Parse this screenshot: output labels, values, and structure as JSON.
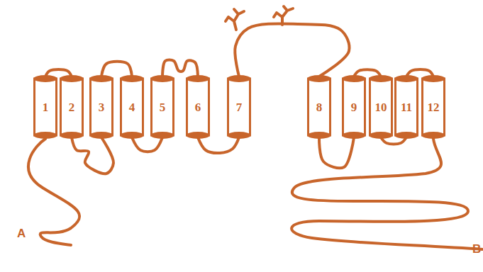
{
  "diagram": {
    "nodes": [
      {
        "text": [
          "1"
        ]
      },
      {
        "text": [
          "2"
        ]
      },
      {
        "text": [
          "3"
        ]
      },
      {
        "text": [
          "4"
        ]
      },
      {
        "text": [
          "5"
        ]
      },
      {
        "text": [
          "6"
        ]
      },
      {
        "text": [
          "7"
        ]
      },
      {
        "text": [
          "8"
        ]
      },
      {
        "text": [
          "9"
        ]
      },
      {
        "text": [
          "10"
        ]
      },
      {
        "text": [
          "11"
        ]
      },
      {
        "text": [
          "12"
        ]
      }
    ],
    "edges": [
      {
        "from": 0,
        "to": 1,
        "arrow": "none"
      },
      {
        "from": 1,
        "to": 2,
        "arrow": "none"
      },
      {
        "from": 2,
        "to": 3,
        "arrow": "none"
      },
      {
        "from": 3,
        "to": 4,
        "arrow": "none"
      },
      {
        "from": 4,
        "to": 5,
        "arrow": "none"
      },
      {
        "from": 5,
        "to": 6,
        "arrow": "none"
      },
      {
        "from": 6,
        "to": 7,
        "arrow": "none"
      },
      {
        "from": 7,
        "to": 8,
        "arrow": "none"
      },
      {
        "from": 8,
        "to": 9,
        "arrow": "none"
      },
      {
        "from": 9,
        "to": 10,
        "arrow": "none"
      },
      {
        "from": 10,
        "to": 11,
        "arrow": "none"
      }
    ],
    "labels": [
      "A",
      "B"
    ]
  }
}
